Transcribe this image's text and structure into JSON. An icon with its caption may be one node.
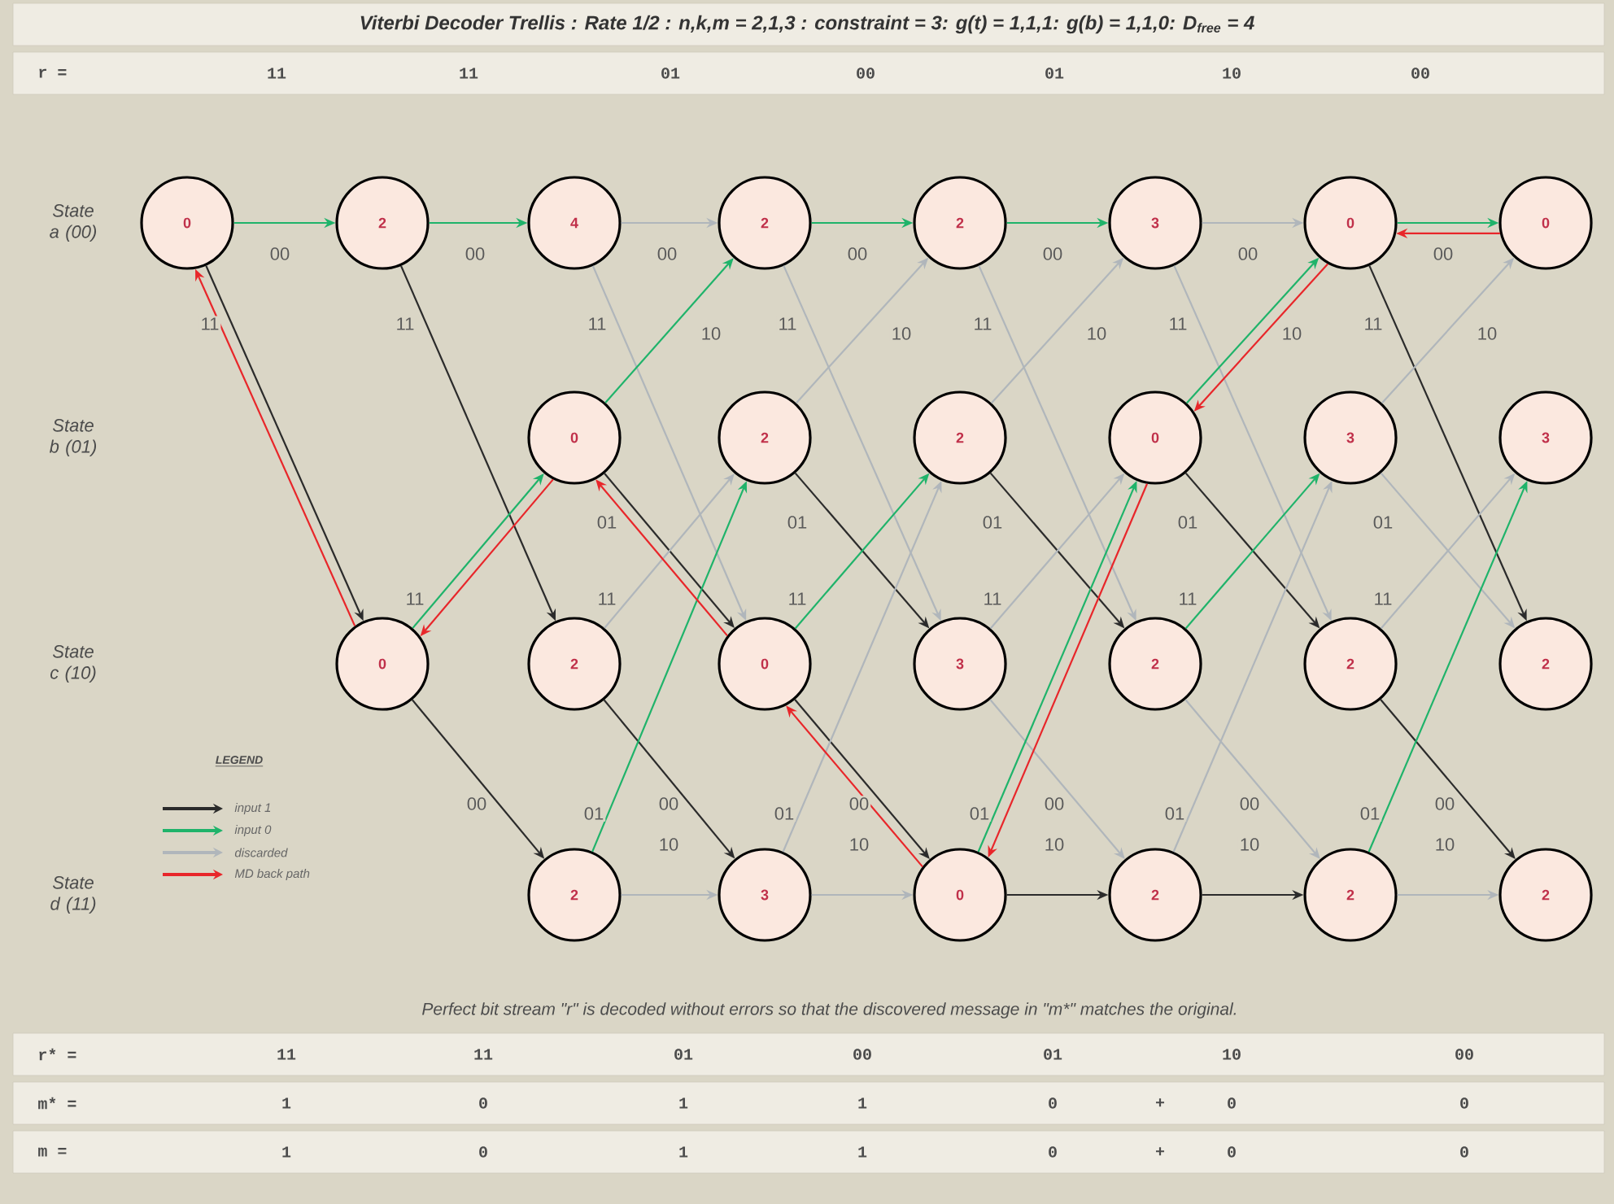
{
  "diagram": {
    "title": "Viterbi Decoder Trellis  : Rate 1/2  :  n,k,m = 2,1,3  : constraint = 3:  g(t) = 1,1,1:  g(b) = 1,1,0:  D$_{free}$ = 4",
    "caption": "Perfect bit stream \"r\" is decoded without errors so that the discovered message in \"m*\" matches the original.",
    "nodes": [
      {
        "text": [
          "0"
        ]
      },
      {
        "text": [
          "2"
        ]
      },
      {
        "text": [
          "0"
        ]
      },
      {
        "text": [
          "4"
        ]
      },
      {
        "text": [
          "0"
        ]
      },
      {
        "text": [
          "2"
        ]
      },
      {
        "text": [
          "2"
        ]
      },
      {
        "text": [
          "2"
        ]
      },
      {
        "text": [
          "2"
        ]
      },
      {
        "text": [
          "0"
        ]
      },
      {
        "text": [
          "3"
        ]
      },
      {
        "text": [
          "2"
        ]
      },
      {
        "text": [
          "2"
        ]
      },
      {
        "text": [
          "3"
        ]
      },
      {
        "text": [
          "0"
        ]
      },
      {
        "text": [
          "3"
        ]
      },
      {
        "text": [
          "0"
        ]
      },
      {
        "text": [
          "2"
        ]
      },
      {
        "text": [
          "2"
        ]
      },
      {
        "text": [
          "0"
        ]
      },
      {
        "text": [
          "3"
        ]
      },
      {
        "text": [
          "2"
        ]
      },
      {
        "text": [
          "2"
        ]
      },
      {
        "text": [
          "0"
        ]
      },
      {
        "text": [
          "3"
        ]
      },
      {
        "text": [
          "2"
        ]
      },
      {
        "text": [
          "2"
        ]
      }
    ],
    "edges": [
      {
        "from": 0,
        "to": 1,
        "arrow": "to",
        "label": "00",
        "color": "#1fb36a"
      },
      {
        "from": 0,
        "to": 2,
        "arrow": "to",
        "label": "11",
        "color": "#2b2b2b"
      },
      {
        "from": 1,
        "to": 3,
        "arrow": "to",
        "label": "00",
        "color": "#1fb36a"
      },
      {
        "from": 1,
        "to": 5,
        "arrow": "to",
        "label": "11",
        "color": "#2b2b2b"
      },
      {
        "from": 2,
        "to": 4,
        "arrow": "to",
        "label": "11",
        "color": "#1fb36a"
      },
      {
        "from": 2,
        "to": 6,
        "arrow": "to",
        "label": "00",
        "color": "#2b2b2b"
      },
      {
        "from": 3,
        "to": 7,
        "arrow": "to",
        "label": "00"
      },
      {
        "from": 3,
        "to": 9,
        "arrow": "to",
        "label": "11"
      },
      {
        "from": 4,
        "to": 7,
        "arrow": "to",
        "label": "10",
        "color": "#1fb36a"
      },
      {
        "from": 4,
        "to": 9,
        "arrow": "to",
        "label": "01",
        "color": "#2b2b2b"
      },
      {
        "from": 5,
        "to": 8,
        "arrow": "to",
        "label": "11"
      },
      {
        "from": 5,
        "to": 10,
        "arrow": "to",
        "label": "00",
        "color": "#2b2b2b"
      },
      {
        "from": 6,
        "to": 8,
        "arrow": "to",
        "label": "01",
        "color": "#1fb36a"
      },
      {
        "from": 6,
        "to": 10,
        "arrow": "to",
        "label": "10"
      },
      {
        "from": 7,
        "to": 11,
        "arrow": "to",
        "label": "00",
        "color": "#1fb36a"
      },
      {
        "from": 7,
        "to": 13,
        "arrow": "to",
        "label": "11"
      },
      {
        "from": 8,
        "to": 11,
        "arrow": "to",
        "label": "10"
      },
      {
        "from": 8,
        "to": 13,
        "arrow": "to",
        "label": "01",
        "color": "#2b2b2b"
      },
      {
        "from": 9,
        "to": 12,
        "arrow": "to",
        "label": "11",
        "color": "#1fb36a"
      },
      {
        "from": 9,
        "to": 14,
        "arrow": "to",
        "label": "00",
        "color": "#2b2b2b"
      },
      {
        "from": 10,
        "to": 12,
        "arrow": "to",
        "label": "01"
      },
      {
        "from": 10,
        "to": 14,
        "arrow": "to",
        "label": "10"
      },
      {
        "from": 11,
        "to": 15,
        "arrow": "to",
        "label": "00",
        "color": "#1fb36a"
      },
      {
        "from": 11,
        "to": 17,
        "arrow": "to",
        "label": "11"
      },
      {
        "from": 12,
        "to": 15,
        "arrow": "to",
        "label": "10"
      },
      {
        "from": 12,
        "to": 17,
        "arrow": "to",
        "label": "01",
        "color": "#2b2b2b"
      },
      {
        "from": 13,
        "to": 16,
        "arrow": "to",
        "label": "11"
      },
      {
        "from": 13,
        "to": 18,
        "arrow": "to",
        "label": "00"
      },
      {
        "from": 14,
        "to": 16,
        "arrow": "to",
        "label": "01",
        "color": "#1fb36a"
      },
      {
        "from": 14,
        "to": 18,
        "arrow": "to",
        "label": "10",
        "color": "#2b2b2b"
      },
      {
        "from": 15,
        "to": 19,
        "arrow": "to",
        "label": "00"
      },
      {
        "from": 15,
        "to": 21,
        "arrow": "to",
        "label": "11"
      },
      {
        "from": 16,
        "to": 19,
        "arrow": "to",
        "label": "10",
        "color": "#1fb36a"
      },
      {
        "from": 16,
        "to": 21,
        "arrow": "to",
        "label": "01",
        "color": "#2b2b2b"
      },
      {
        "from": 17,
        "to": 20,
        "arrow": "to",
        "label": "11",
        "color": "#1fb36a"
      },
      {
        "from": 17,
        "to": 22,
        "arrow": "to",
        "label": "00"
      },
      {
        "from": 18,
        "to": 20,
        "arrow": "to",
        "label": "01"
      },
      {
        "from": 18,
        "to": 22,
        "arrow": "to",
        "label": "10",
        "color": "#2b2b2b"
      },
      {
        "from": 19,
        "to": 23,
        "arrow": "to",
        "label": "00",
        "color": "#1fb36a"
      },
      {
        "from": 19,
        "to": 25,
        "arrow": "to",
        "label": "11",
        "color": "#2b2b2b"
      },
      {
        "from": 20,
        "to": 23,
        "arrow": "to",
        "label": "10"
      },
      {
        "from": 20,
        "to": 25,
        "arrow": "to",
        "label": "01"
      },
      {
        "from": 21,
        "to": 24,
        "arrow": "to",
        "label": "11"
      },
      {
        "from": 21,
        "to": 26,
        "arrow": "to",
        "label": "00",
        "color": "#2b2b2b"
      },
      {
        "from": 22,
        "to": 24,
        "arrow": "to",
        "label": "01",
        "color": "#1fb36a"
      },
      {
        "from": 22,
        "to": 26,
        "arrow": "to",
        "label": "10"
      },
      {
        "from": 23,
        "to": 19,
        "arrow": "to",
        "color": "#e8262a"
      },
      {
        "from": 19,
        "to": 16,
        "arrow": "to",
        "color": "#e8262a"
      },
      {
        "from": 16,
        "to": 14,
        "arrow": "to",
        "color": "#e8262a"
      },
      {
        "from": 14,
        "to": 9,
        "arrow": "to",
        "color": "#e8262a"
      },
      {
        "from": 9,
        "to": 4,
        "arrow": "to",
        "color": "#e8262a"
      },
      {
        "from": 4,
        "to": 2,
        "arrow": "to",
        "color": "#e8262a"
      },
      {
        "from": 2,
        "to": 0,
        "arrow": "to",
        "color": "#e8262a"
      }
    ],
    "labels": [
      "r  =",
      "11",
      "11",
      "01",
      "00",
      "01",
      "10",
      "00",
      "State a (00)",
      "State b (01)",
      "State c (10)",
      "State d (11)",
      "LEGEND",
      "r* =",
      "11",
      "11",
      "01",
      "00",
      "01",
      "10",
      "00",
      "m* =",
      "1",
      "0",
      "1",
      "1",
      "0",
      "+",
      "0",
      "0",
      "m  =",
      "1",
      "0",
      "1",
      "1",
      "0",
      "+",
      "0",
      "0"
    ],
    "legend": [
      {
        "text": "input 1",
        "color": "#2b2b2b"
      },
      {
        "text": "input 0",
        "color": "#1fb36a"
      },
      {
        "text": "discarded",
        "color": "#b0b6bb"
      },
      {
        "text": "MD back path",
        "color": "#e8262a"
      }
    ]
  }
}
